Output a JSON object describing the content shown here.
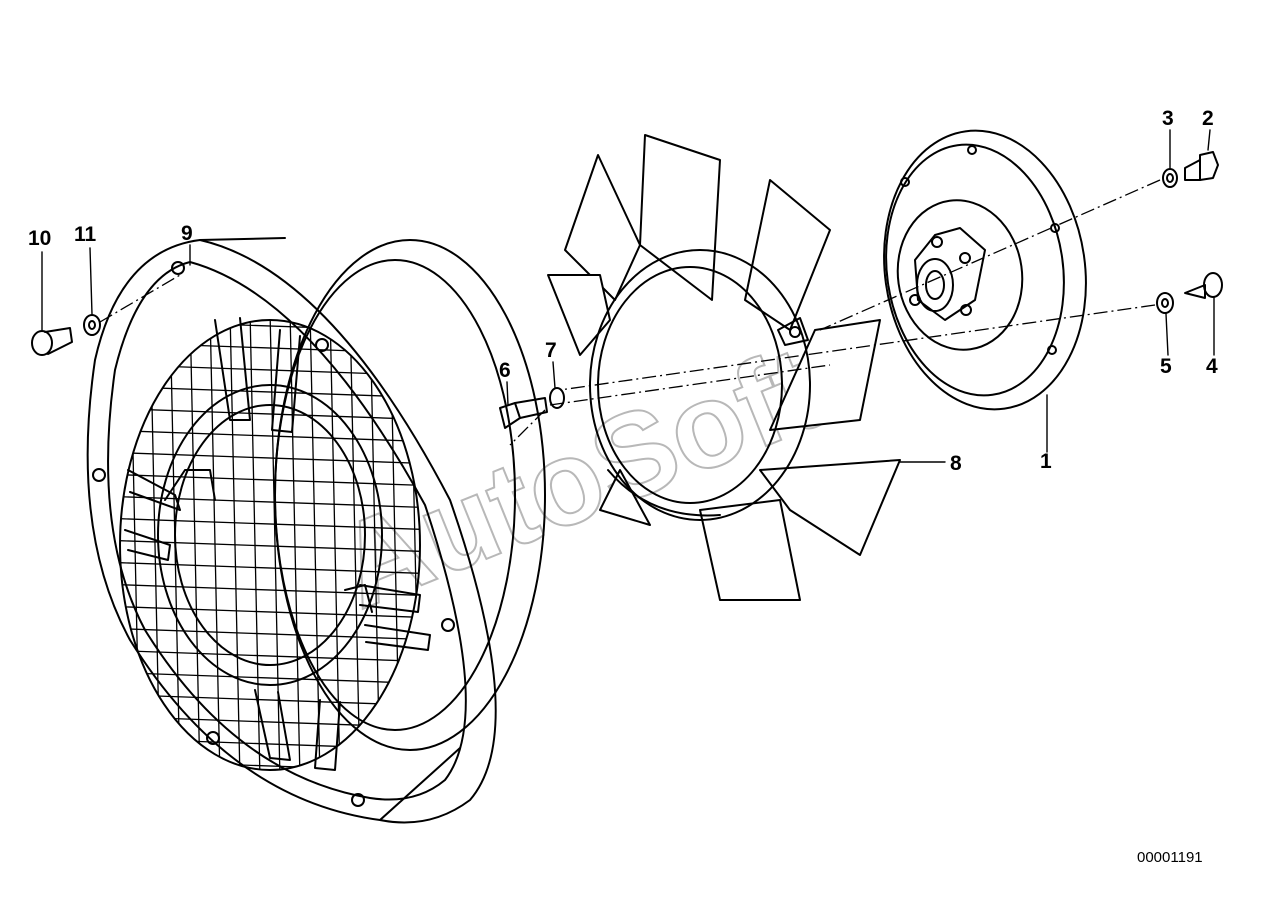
{
  "diagram": {
    "document_number": "00001191",
    "watermark": "AutoSoft",
    "callouts": [
      {
        "id": "c1",
        "label": "1"
      },
      {
        "id": "c2",
        "label": "2"
      },
      {
        "id": "c3",
        "label": "3"
      },
      {
        "id": "c4",
        "label": "4"
      },
      {
        "id": "c5",
        "label": "5"
      },
      {
        "id": "c6",
        "label": "6"
      },
      {
        "id": "c7",
        "label": "7"
      },
      {
        "id": "c8",
        "label": "8"
      },
      {
        "id": "c9",
        "label": "9"
      },
      {
        "id": "c10",
        "label": "10"
      },
      {
        "id": "c11",
        "label": "11"
      }
    ]
  }
}
